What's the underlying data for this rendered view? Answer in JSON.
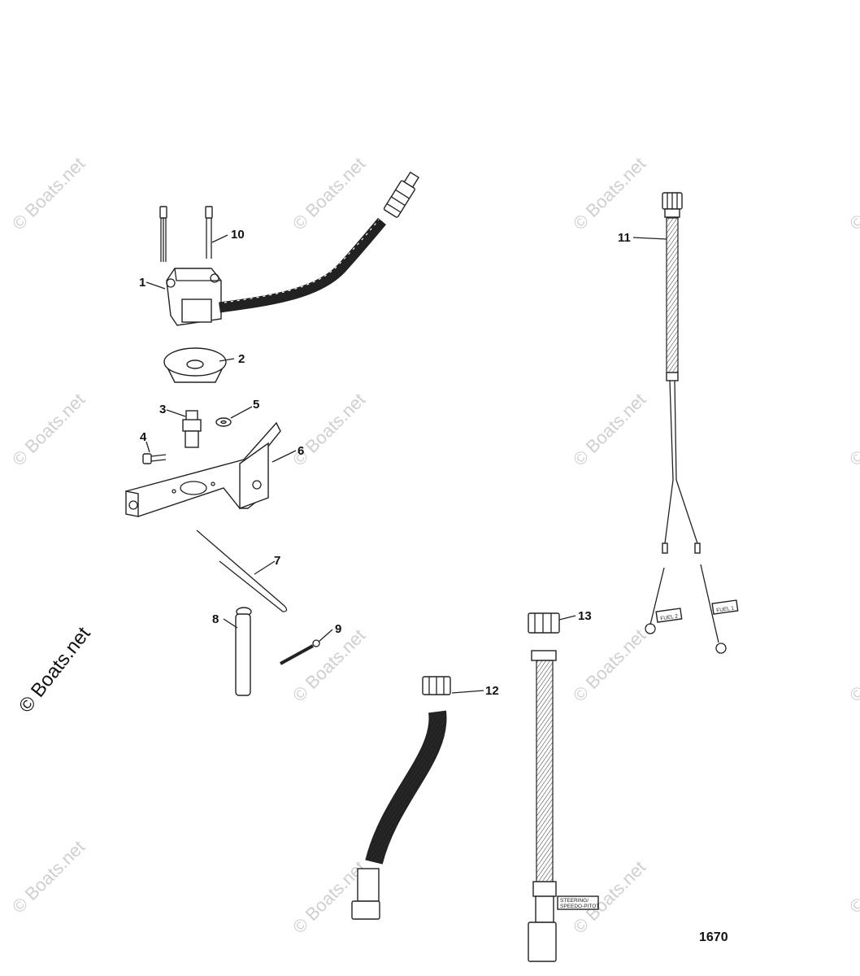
{
  "watermark": {
    "text": "© Boats.net",
    "large_text": "© Boats.net",
    "color": "#cfcfcf"
  },
  "diagram": {
    "drawing_number": "1670",
    "callouts": [
      "1",
      "2",
      "3",
      "4",
      "5",
      "6",
      "7",
      "8",
      "9",
      "10",
      "11",
      "12",
      "13"
    ],
    "harness_tags": {
      "fuel_2": "FUEL 2",
      "fuel_1": "FUEL 1",
      "steering": "STEERING/",
      "speedo": "SPEEDO-PITOT"
    }
  }
}
